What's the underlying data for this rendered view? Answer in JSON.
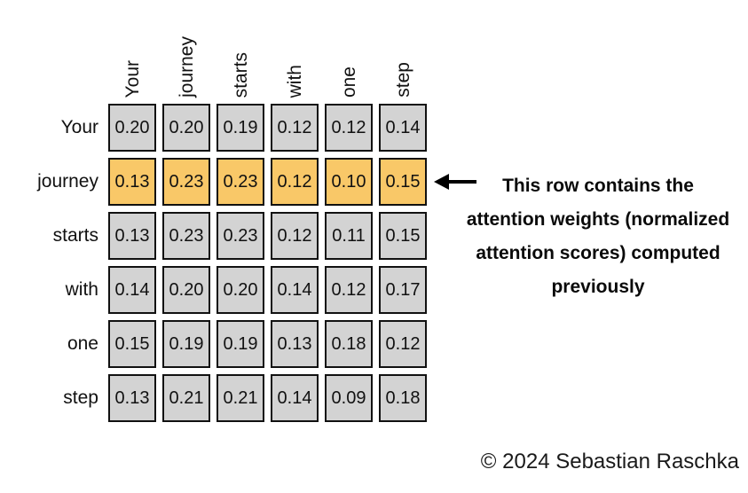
{
  "matrix": {
    "col_headers": [
      "Your",
      "journey",
      "starts",
      "with",
      "one",
      "step"
    ],
    "rows": [
      {
        "label": "Your",
        "highlight": false,
        "values": [
          "0.20",
          "0.20",
          "0.19",
          "0.12",
          "0.12",
          "0.14"
        ]
      },
      {
        "label": "journey",
        "highlight": true,
        "values": [
          "0.13",
          "0.23",
          "0.23",
          "0.12",
          "0.10",
          "0.15"
        ]
      },
      {
        "label": "starts",
        "highlight": false,
        "values": [
          "0.13",
          "0.23",
          "0.23",
          "0.12",
          "0.11",
          "0.15"
        ]
      },
      {
        "label": "with",
        "highlight": false,
        "values": [
          "0.14",
          "0.20",
          "0.20",
          "0.14",
          "0.12",
          "0.17"
        ]
      },
      {
        "label": "one",
        "highlight": false,
        "values": [
          "0.15",
          "0.19",
          "0.19",
          "0.13",
          "0.18",
          "0.12"
        ]
      },
      {
        "label": "step",
        "highlight": false,
        "values": [
          "0.13",
          "0.21",
          "0.21",
          "0.14",
          "0.09",
          "0.18"
        ]
      }
    ],
    "cell_color": "#d3d3d3",
    "highlight_color": "#f9c868",
    "border_color": "#111111"
  },
  "annotation": {
    "full_text": "This row contains the attention weights (normalized attention scores) computed previously",
    "lines": [
      "This row contains the",
      "attention weights (normalized",
      "attention scores) computed",
      "previously"
    ]
  },
  "footer": {
    "copyright": "© 2024 Sebastian Raschka"
  },
  "chart_data": {
    "type": "heatmap",
    "title": "",
    "x_labels": [
      "Your",
      "journey",
      "starts",
      "with",
      "one",
      "step"
    ],
    "y_labels": [
      "Your",
      "journey",
      "starts",
      "with",
      "one",
      "step"
    ],
    "values": [
      [
        0.2,
        0.2,
        0.19,
        0.12,
        0.12,
        0.14
      ],
      [
        0.13,
        0.23,
        0.23,
        0.12,
        0.1,
        0.15
      ],
      [
        0.13,
        0.23,
        0.23,
        0.12,
        0.11,
        0.15
      ],
      [
        0.14,
        0.2,
        0.2,
        0.14,
        0.12,
        0.17
      ],
      [
        0.15,
        0.19,
        0.19,
        0.13,
        0.18,
        0.12
      ],
      [
        0.13,
        0.21,
        0.21,
        0.14,
        0.09,
        0.18
      ]
    ],
    "highlighted_row": "journey",
    "annotation": "This row contains the attention weights (normalized attention scores) computed previously"
  }
}
